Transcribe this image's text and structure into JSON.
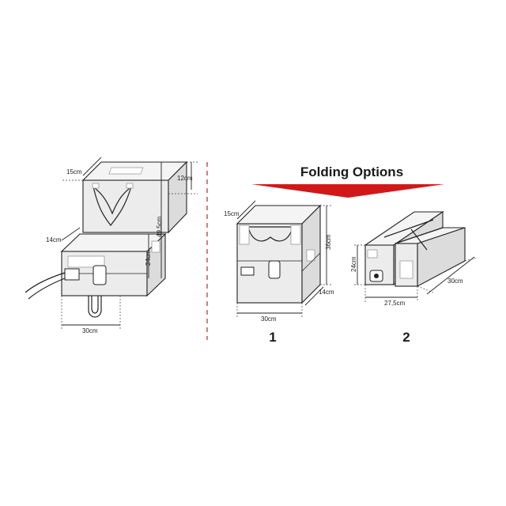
{
  "header": {
    "title": "Folding Options",
    "arrow_color": "#d01818",
    "divider_color": "#cc2222"
  },
  "left_view": {
    "dims": {
      "depth_top": "15cm",
      "top_height": "12cm",
      "total_height": "49,5cm",
      "depth_base": "14cm",
      "base_height": "24cm",
      "width": "30cm"
    }
  },
  "option_1": {
    "label": "1",
    "dims": {
      "depth": "15cm",
      "height": "36cm",
      "side_depth": "14cm",
      "width": "30cm"
    }
  },
  "option_2": {
    "label": "2",
    "dims": {
      "height": "24cm",
      "width": "27,5cm",
      "length": "30cm"
    }
  }
}
